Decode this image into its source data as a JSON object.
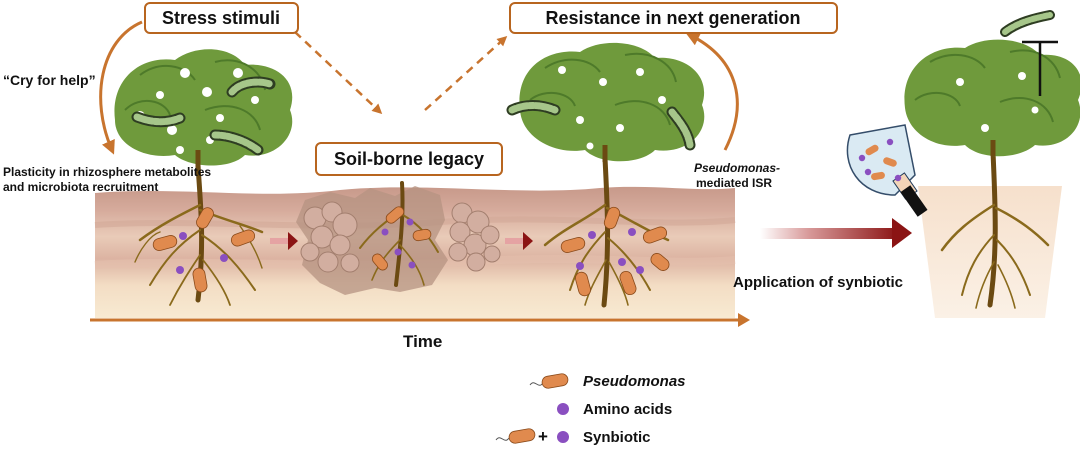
{
  "labels": {
    "stress": "Stress stimuli",
    "resistance": "Resistance in next generation",
    "legacy": "Soil-borne legacy",
    "cry": "“Cry for help”",
    "plasticity_1": "Plasticity in rhizosphere metabolites",
    "plasticity_2": "and microbiota recruitment",
    "isr_1": "Pseudomonas-",
    "isr_2": "mediated ISR",
    "application": "Application of synbiotic",
    "time": "Time"
  },
  "legend": {
    "pseudomonas": "Pseudomonas",
    "amino": "Amino acids",
    "plus": "+",
    "synbiotic": "Synbiotic"
  },
  "colors": {
    "box_border": "#b8651f",
    "arrow_orange": "#c8742e",
    "leaf": "#6f9a3c",
    "leaf_dark": "#3e6a22",
    "stem": "#6b4a12",
    "root": "#8a6a1c",
    "bacterium": "#e08a4e",
    "amino": "#8a4fc0",
    "dark_red": "#8b1414",
    "soil_top": "#cfa394",
    "soil_mid": "#e6c6b4",
    "soil_bottom": "#f6e4c8"
  }
}
